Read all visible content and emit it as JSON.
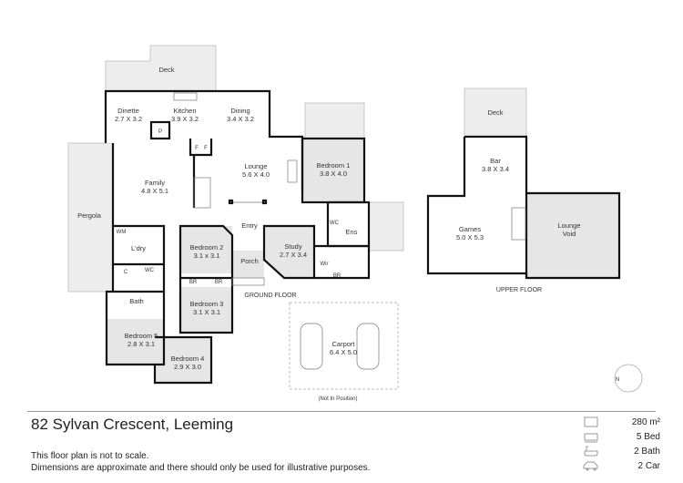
{
  "address": "82 Sylvan Crescent, Leeming",
  "disclaimer": [
    "This floor plan is not to scale.",
    "Dimensions are approximate and there should only be used for illustrative purposes."
  ],
  "stats": [
    {
      "icon": "area-icon",
      "value": "280 m²"
    },
    {
      "icon": "bed-icon",
      "value": "5 Bed"
    },
    {
      "icon": "bath-icon",
      "value": "2 Bath"
    },
    {
      "icon": "car-icon",
      "value": "2 Car"
    }
  ],
  "ground_floor": {
    "label": "GROUND FLOOR",
    "deck": "Deck",
    "pergola": "Pergola",
    "rooms": {
      "dinette": {
        "name": "Dinette",
        "size": "2.7 X 3.2"
      },
      "kitchen": {
        "name": "Kitchen",
        "size": "3.9 X 3.2"
      },
      "dining": {
        "name": "Dining",
        "size": "3.4 X 3.2"
      },
      "family": {
        "name": "Family",
        "size": "4.8 X 5.1"
      },
      "lounge": {
        "name": "Lounge",
        "size": "5.6 X 4.0"
      },
      "bedroom1": {
        "name": "Bedroom 1",
        "size": "3.8 X 4.0"
      },
      "bedroom2": {
        "name": "Bedroom 2",
        "size": "3.1 x 3.1"
      },
      "bedroom3": {
        "name": "Bedroom 3",
        "size": "3.1 X 3.1"
      },
      "bedroom4": {
        "name": "Bedroom 4",
        "size": "2.9 X 3.0"
      },
      "bedroom5": {
        "name": "Bedroom 5",
        "size": "2.8 X 3.1"
      },
      "study": {
        "name": "Study",
        "size": "2.7 X 3.4"
      },
      "carport": {
        "name": "Carport",
        "size": "6.4 X 5.0"
      }
    },
    "small": {
      "entry": "Entry",
      "porch": "Porch",
      "ldry": "L'dry",
      "bath": "Bath",
      "wc": "WC",
      "wc2": "WC",
      "ens": "Ens",
      "wir": "Wir",
      "br": "BR",
      "wm": "WM",
      "c": "C",
      "p": "P",
      "f": "F"
    },
    "carport_note": "(Not In Position)"
  },
  "upper_floor": {
    "label": "UPPER FLOOR",
    "deck": "Deck",
    "bar": {
      "name": "Bar",
      "size": "3.8 X 3.4"
    },
    "games": {
      "name": "Games",
      "size": "5.0 X 5.3"
    },
    "lounge_void": [
      "Lounge",
      "Void"
    ]
  }
}
